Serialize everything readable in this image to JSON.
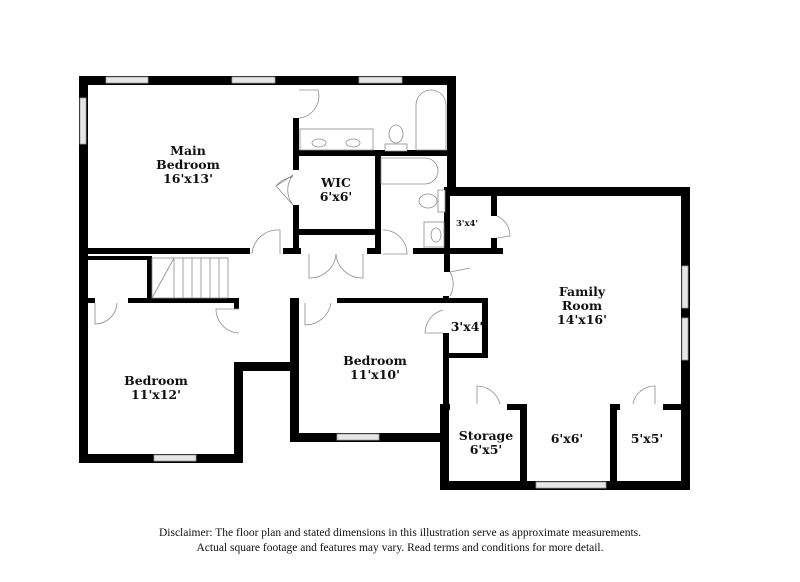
{
  "floorplan": {
    "rooms": [
      {
        "id": "main-bedroom",
        "name": "Main Bedroom",
        "line1": "Main",
        "line2": "Bedroom",
        "dims": "16'x13'"
      },
      {
        "id": "wic",
        "name": "WIC",
        "line1": "WIC",
        "dims": "6'x6'"
      },
      {
        "id": "closet-upper",
        "dims": "3'x4'"
      },
      {
        "id": "family-room",
        "name": "Family Room",
        "line1": "Family",
        "line2": "Room",
        "dims": "14'x16'"
      },
      {
        "id": "closet-mid",
        "dims": "3'x4'"
      },
      {
        "id": "bedroom-2",
        "name": "Bedroom",
        "line1": "Bedroom",
        "dims": "11'x12'"
      },
      {
        "id": "bedroom-3",
        "name": "Bedroom",
        "line1": "Bedroom",
        "dims": "11'x10'"
      },
      {
        "id": "storage",
        "name": "Storage",
        "line1": "Storage",
        "dims": "6'x5'"
      },
      {
        "id": "nook",
        "dims": "6'x6'"
      },
      {
        "id": "closet-right",
        "dims": "5'x5'"
      }
    ],
    "colors": {
      "wall": "#000000",
      "window": "#e6e6e6",
      "fixture": "#8c8c8c"
    }
  },
  "disclaimer": {
    "line1": "Disclaimer: The floor plan and stated dimensions in this illustration serve as approximate measurements.",
    "line2": "Actual square footage and features may vary. Read terms and conditions for more detail."
  }
}
